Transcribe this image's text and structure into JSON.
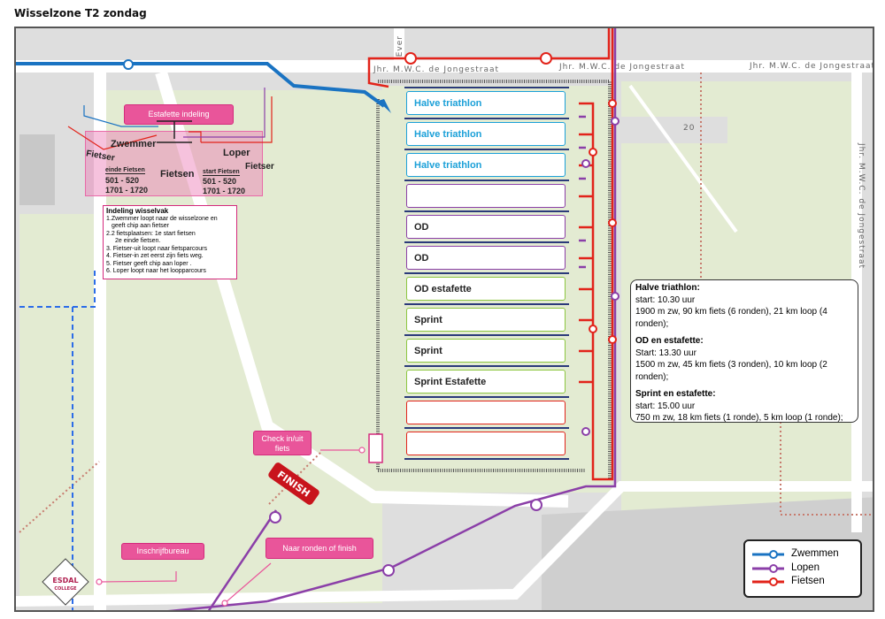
{
  "title": "Wisselzone T2 zondag",
  "streets": {
    "main": "Jhr. M.W.C. de Jongestraat",
    "short": "Ever",
    "number": "20"
  },
  "racks": [
    {
      "label": "Halve triathlon",
      "color": "#1ba0d8",
      "text_color": "#1ba0d8"
    },
    {
      "label": "Halve triathlon",
      "color": "#1ba0d8",
      "text_color": "#1ba0d8"
    },
    {
      "label": "Halve triathlon",
      "color": "#1ba0d8",
      "text_color": "#1ba0d8"
    },
    {
      "label": "",
      "color": "#8b3fa8",
      "text_color": "#222"
    },
    {
      "label": "OD",
      "color": "#8b3fa8",
      "text_color": "#222"
    },
    {
      "label": "OD",
      "color": "#8b3fa8",
      "text_color": "#222"
    },
    {
      "label": "OD estafette",
      "color": "#8cc63f",
      "text_color": "#222"
    },
    {
      "label": "Sprint",
      "color": "#8cc63f",
      "text_color": "#222"
    },
    {
      "label": "Sprint",
      "color": "#8cc63f",
      "text_color": "#222"
    },
    {
      "label": "Sprint Estafette",
      "color": "#8cc63f",
      "text_color": "#222"
    },
    {
      "label": "",
      "color": "#e2231a",
      "text_color": "#222"
    },
    {
      "label": "",
      "color": "#e2231a",
      "text_color": "#222"
    }
  ],
  "relay": {
    "title": "Estafette indeling",
    "zwemmer": "Zwemmer",
    "loper": "Loper",
    "fietser_left": "Fietser",
    "fietser_right": "Fietser",
    "fietsen": "Fietsen",
    "einde_label": "einde Fietsen",
    "einde_1": "501 - 520",
    "einde_2": "1701 - 1720",
    "start_label": "start Fietsen",
    "start_1": "501 - 520",
    "start_2": "1701 - 1720"
  },
  "instructions": {
    "title": "Indeling wisselvak",
    "lines": [
      "1.Zwemmer loopt naar de wisselzone en",
      "geeft chip aan fietser",
      "2.2 fietsplaatsen: 1e start fietsen",
      "2e einde fietsen.",
      "3. Fietser-uit loopt naar fietsparcours",
      "4. Fietser-in zet eerst zijn fiets weg.",
      "5. Fietser geeft chip aan loper .",
      "6. Loper loopt naar het loopparcours"
    ]
  },
  "info": {
    "h1": "Halve triathlon:",
    "h1a": "start: 10.30 uur",
    "h1b": "1900 m zw, 90 km fiets (6 ronden), 21 km loop (4 ronden);",
    "h2": "OD en estafette:",
    "h2a": "Start: 13.30 uur",
    "h2b": "1500 m zw, 45 km fiets (3 ronden), 10 km loop (2 ronden);",
    "h3": "Sprint en estafette:",
    "h3a": "start: 15.00 uur",
    "h3b": "750 m zw, 18 km fiets (1 ronde), 5 km loop (1 ronde);"
  },
  "labels": {
    "checkin": "Check in/uit fiets",
    "finish": "FINISH",
    "inschrijf": "Inschrijfbureau",
    "naar": "Naar ronden of finish"
  },
  "logo": {
    "line1": "ESDAL",
    "line2": "COLLEGE"
  },
  "legend": [
    {
      "label": "Zwemmen",
      "color": "#1a73c2"
    },
    {
      "label": "Lopen",
      "color": "#8b3fa8"
    },
    {
      "label": "Fietsen",
      "color": "#e2231a"
    }
  ]
}
